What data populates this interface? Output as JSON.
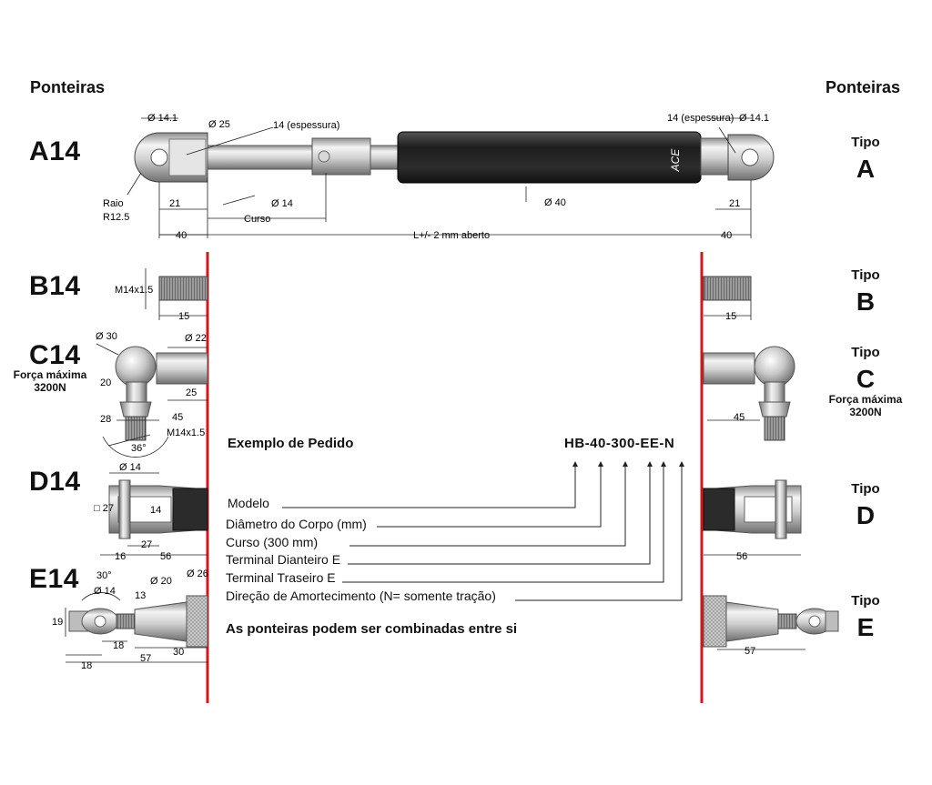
{
  "headers": {
    "left": "Ponteiras",
    "right": "Ponteiras"
  },
  "codes": [
    "A14",
    "B14",
    "C14",
    "D14",
    "E14"
  ],
  "tipo": {
    "label": "Tipo",
    "letters": [
      "A",
      "B",
      "C",
      "D",
      "E"
    ]
  },
  "notes": {
    "c14_left_line1": "Força máxima",
    "c14_left_line2": "3200N",
    "c_right_line1": "Força máxima",
    "c_right_line2": "3200N"
  },
  "dimensions": {
    "a14": {
      "d14_1_left": "Ø 14.1",
      "d25": "Ø 25",
      "thickness_left": "14 (espessura)",
      "thickness_right": "14 (espessura)",
      "d14_1_right": "Ø 14.1",
      "radius_line1": "Raio",
      "radius_line2": "R12.5",
      "len21_left": "21",
      "d14_rod": "Ø 14",
      "curso": "Curso",
      "d40": "Ø 40",
      "len21_right": "21",
      "len40_left": "40",
      "overall": "L+/- 2 mm aberto",
      "len40_right": "40",
      "body_brand": "ACE"
    },
    "b14": {
      "thread": "M14x1.5",
      "len15_left": "15",
      "len15_right": "15"
    },
    "c14": {
      "d30": "Ø 30",
      "d22": "Ø 22",
      "h20": "20",
      "len25": "25",
      "h28": "28",
      "len45_left": "45",
      "thread": "M14x1.5",
      "angle36": "36°",
      "len45_right": "45"
    },
    "d14": {
      "d14": "Ø 14",
      "sq27": "□ 27",
      "h14": "14",
      "len16": "16",
      "len27": "27",
      "len56_left": "56",
      "len56_right": "56"
    },
    "e14": {
      "angle30": "30°",
      "d14": "Ø 14",
      "d20": "Ø 20",
      "d26": "Ø 26",
      "len13": "13",
      "h19": "19",
      "len18a": "18",
      "len18b": "18",
      "len57_left": "57",
      "len30": "30",
      "len57_right": "57"
    }
  },
  "order_example": {
    "title": "Exemplo de Pedido",
    "code": "HB-40-300-EE-N",
    "items": [
      "Modelo",
      "Diâmetro do Corpo (mm)",
      "Curso (300 mm)",
      "Terminal Dianteiro E",
      "Terminal Traseiro E",
      "Direção de Amortecimento (N= somente tração)"
    ]
  },
  "combinable_note": "As ponteiras podem ser combinadas entre si",
  "colors": {
    "red_line": "#d4151b",
    "body_dark": "#2a2a2a",
    "steel_light": "#e6e6e6",
    "steel_mid": "#a9a9a9",
    "dim_line": "#222222"
  }
}
